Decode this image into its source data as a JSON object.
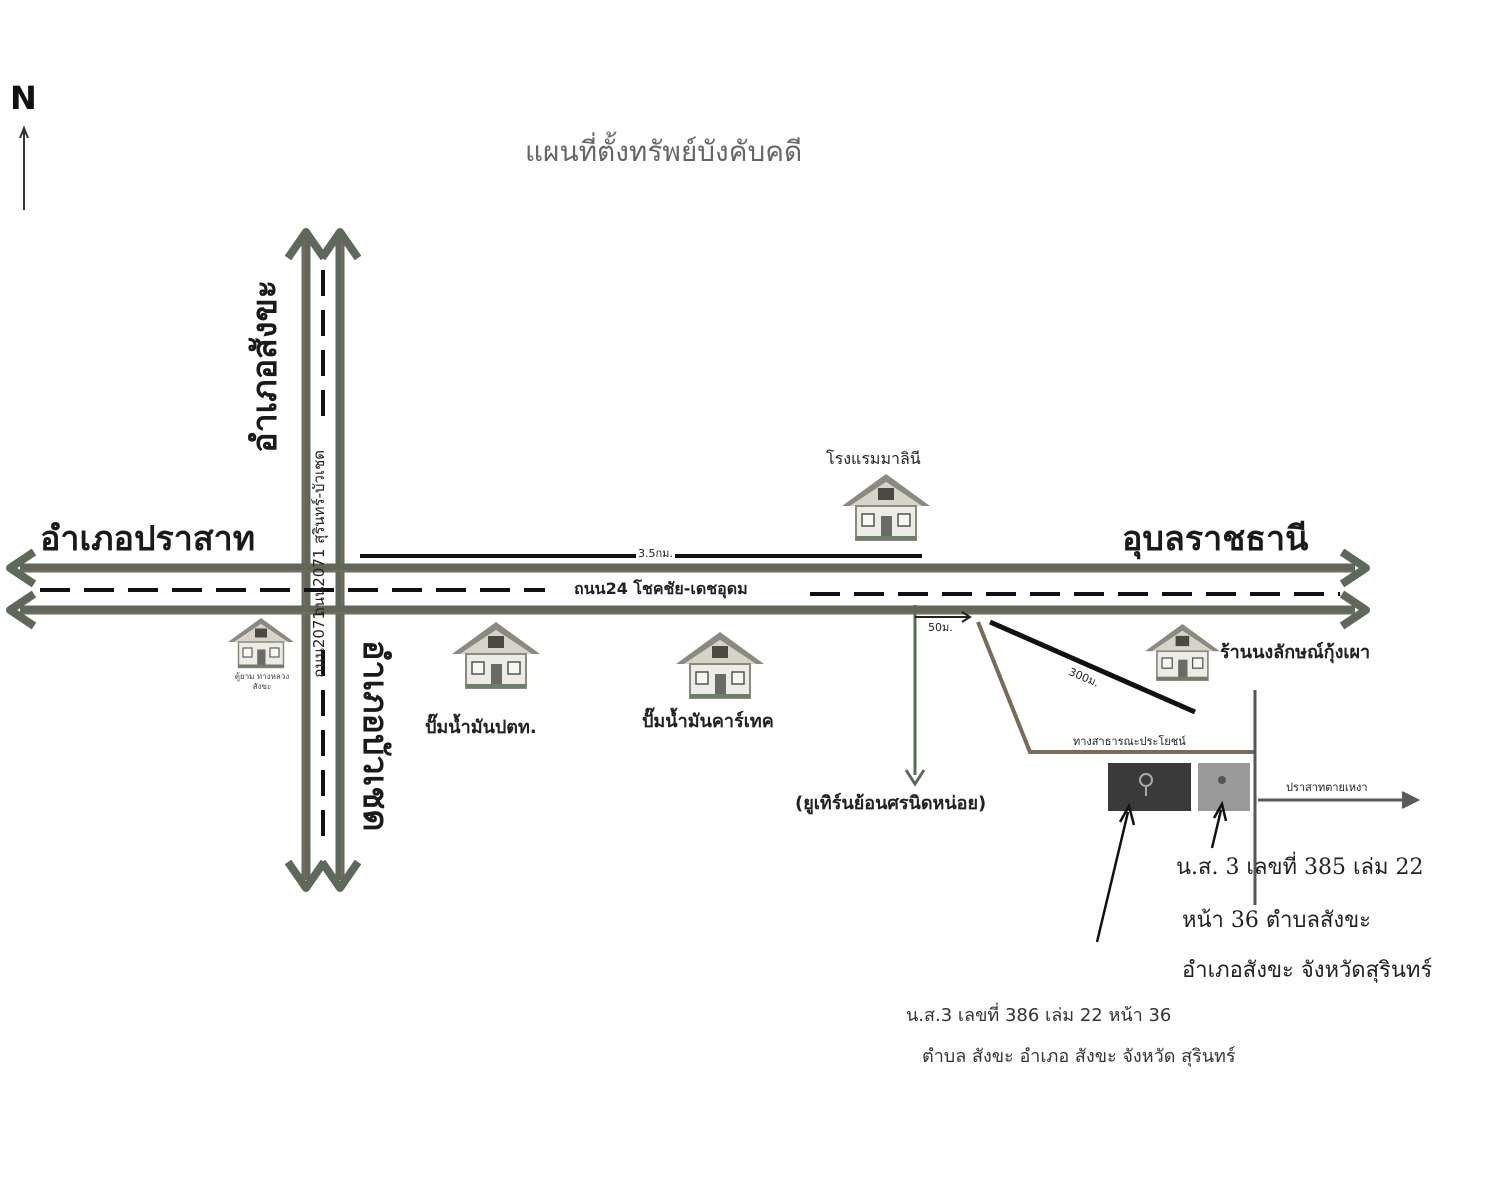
{
  "compass": {
    "label": "N",
    "icon": "north-arrow-icon"
  },
  "title": "แผนที่ตั้งทรัพย์บังคับคดี",
  "places": {
    "west": "อำเภอปราสาท",
    "east": "อุบลราชธานี",
    "north": "อำเภอสังขะ",
    "south": "อำเภอบัวเชด"
  },
  "roads": {
    "highway_24": "ถนน24 โชคชัย-เดชอุดม",
    "road_2071_upper": "ถนน2071 สุรินทร์-บัวเชด",
    "road_2071_lower": "ถนน2071",
    "public_way": "ทางสาธารณะประโยชน์",
    "side_road_east": "ปราสาทตายเหงา"
  },
  "distances": {
    "d1": "3.5กม.",
    "d2": "50ม.",
    "d3": "300ม."
  },
  "landmarks": {
    "hotel": "โรงแรมมาลินี",
    "ptt": "ปั๊มน้ำมันปตท.",
    "caltex": "ปั๊มน้ำมันคาร์เทค",
    "shop": "ร้านนงลักษณ์กุ้งเผา",
    "yuthai": "(ยูเทิร์นย้อนศรนิดหน่อย)",
    "police": "ตู้ยาม ทางหลวง สังขะ"
  },
  "parcels": {
    "handwritten": {
      "line1": "น.ส. 3 เลขที่ 385 เล่ม 22",
      "line2": "หน้า 36 ตำบลสังขะ",
      "line3": "อำเภอสังขะ  จังหวัดสุรินทร์"
    },
    "typed": {
      "line1": "น.ส.3 เลขที่ 386 เล่ม 22 หน้า 36",
      "line2": "ตำบล สังขะ อำเภอ สังขะ จังหวัด สุรินทร์"
    }
  },
  "colors": {
    "road": "#5f6959",
    "road_edge": "#7a6a5a",
    "title": "#666666",
    "parcel_dark": "#3a3a3a",
    "parcel_grey": "#9a9a9a"
  }
}
